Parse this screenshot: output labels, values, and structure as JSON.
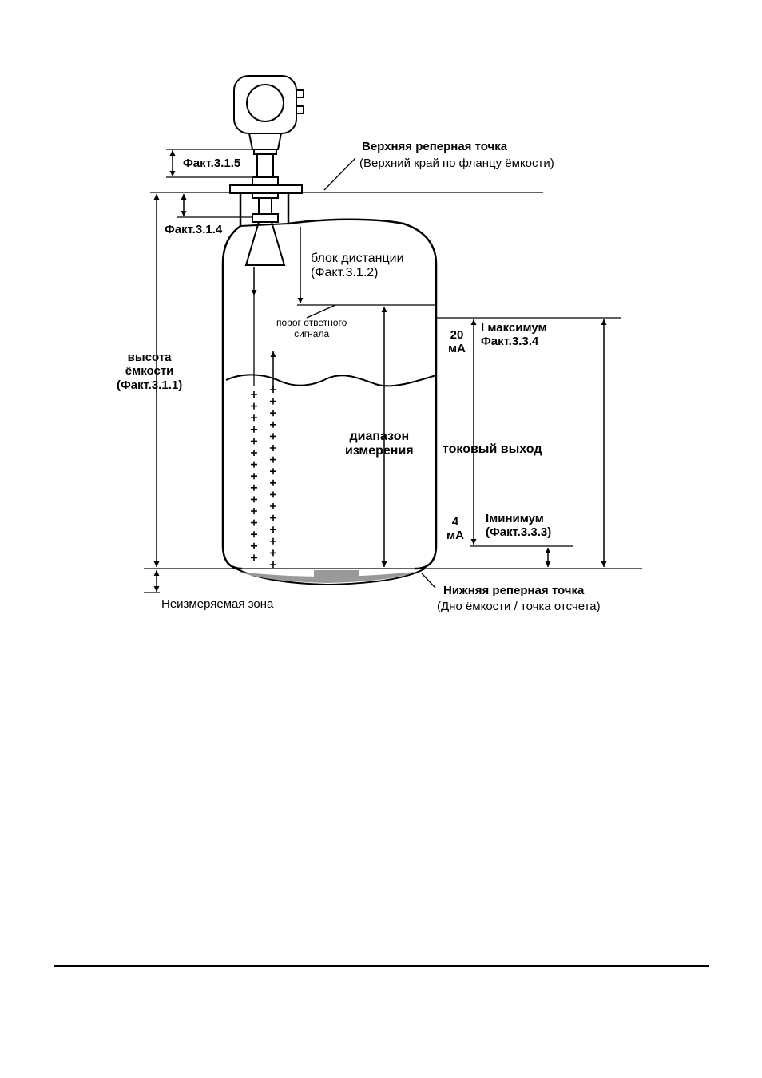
{
  "labels": {
    "upper_ref_title": "Верхняя реперная точка",
    "upper_ref_sub": "(Верхний край по фланцу ёмкости)",
    "fakt_315": "Факт.3.1.5",
    "fakt_314": "Факт.3.1.4",
    "distance_block": "блок дистанции\n(Факт.3.1.2)",
    "threshold": "порог ответного\nсигнала",
    "vessel_height": "высота\nёмкости\n(Факт.3.1.1)",
    "ma20": "20\nмА",
    "imax": "I максимум\nФакт.3.3.4",
    "range": "диапазон\nизмерения",
    "current_output": "токовый выход",
    "ma4": "4\nмА",
    "imin": "Iминимум\n(Факт.3.3.3)",
    "lower_ref_title": "Нижняя реперная точка",
    "lower_ref_sub": "(Дно ёмкости  / точка отсчета)",
    "dead_zone": "Неизмеряемая зона"
  },
  "colors": {
    "ink": "#000000",
    "sediment": "#999999"
  }
}
